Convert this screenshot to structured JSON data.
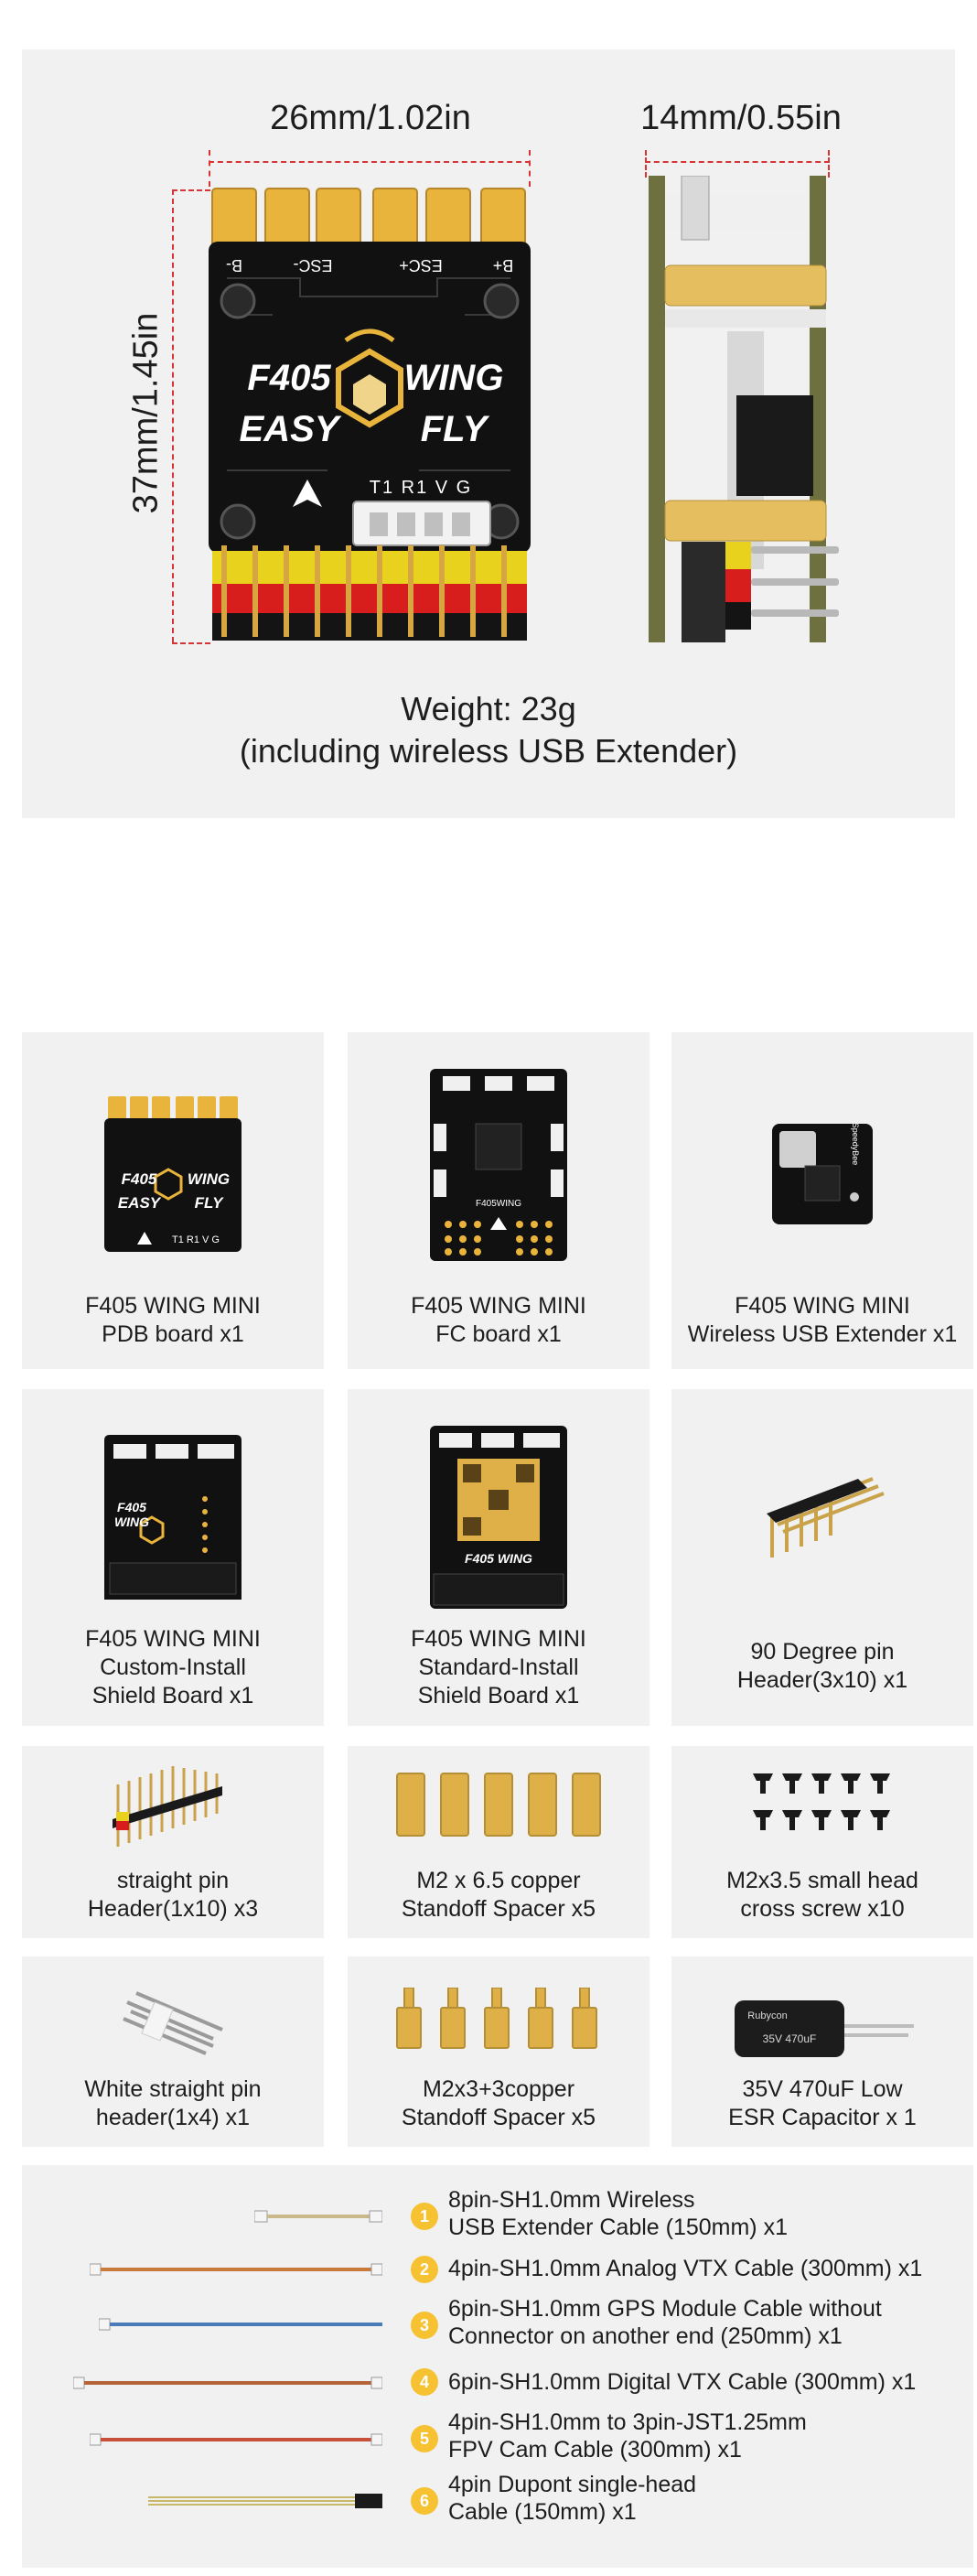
{
  "hero": {
    "width_label": "26mm/1.02in",
    "depth_label": "14mm/0.55in",
    "height_label": "37mm/1.45in",
    "board_pads": [
      "B-",
      "ESC-",
      "ESC+",
      "B+"
    ],
    "logo_line1_a": "F405",
    "logo_line1_b": "WING",
    "logo_line2_a": "EASY",
    "logo_line2_b": "FLY",
    "connector_label": "T1 R1 V G",
    "weight_line1": "Weight: 23g",
    "weight_line2": "(including wireless USB Extender)"
  },
  "package_items": [
    {
      "caption": "F405 WING MINI\nPDB board x1",
      "icon": "pdb-board-icon"
    },
    {
      "caption": "F405 WING MINI\nFC board x1",
      "icon": "fc-board-icon"
    },
    {
      "caption": "F405 WING MINI\nWireless USB Extender x1",
      "icon": "usb-extender-icon"
    },
    {
      "caption": "F405 WING MINI\nCustom-Install\nShield Board  x1",
      "icon": "custom-shield-board-icon"
    },
    {
      "caption": "F405 WING MINI\nStandard-Install\nShield Board x1",
      "icon": "standard-shield-board-icon"
    },
    {
      "caption": "90 Degree pin\nHeader(3x10) x1",
      "icon": "right-angle-pin-header-icon"
    },
    {
      "caption": "straight pin\nHeader(1x10) x3",
      "icon": "straight-pin-header-icon"
    },
    {
      "caption": "M2 x 6.5 copper\nStandoff Spacer x5",
      "icon": "copper-standoff-icon"
    },
    {
      "caption": "M2x3.5 small head\ncross screw x10",
      "icon": "screw-icon"
    },
    {
      "caption": "White straight pin\nheader(1x4) x1",
      "icon": "white-pin-header-icon"
    },
    {
      "caption": "M2x3+3copper\nStandoff Spacer x5",
      "icon": "threaded-standoff-icon"
    },
    {
      "caption": "35V 470uF Low\nESR Capacitor x 1",
      "icon": "capacitor-icon"
    }
  ],
  "board_small_text": {
    "fc_label": "F405WING",
    "shield_label": "F405 WING",
    "extender_label": "SpeedyBee",
    "capacitor_brand": "Rubycon",
    "capacitor_text": "35V 470uF"
  },
  "cables": [
    {
      "number": "1",
      "text": "8pin-SH1.0mm Wireless\nUSB Extender Cable (150mm) x1"
    },
    {
      "number": "2",
      "text": "4pin-SH1.0mm Analog VTX Cable (300mm) x1"
    },
    {
      "number": "3",
      "text": "6pin-SH1.0mm GPS Module Cable without\nConnector on another end (250mm) x1"
    },
    {
      "number": "4",
      "text": "6pin-SH1.0mm Digital VTX Cable (300mm) x1"
    },
    {
      "number": "5",
      "text": "4pin-SH1.0mm to 3pin-JST1.25mm\nFPV Cam Cable (300mm) x1"
    },
    {
      "number": "6",
      "text": "4pin Dupont single-head\nCable (150mm) x1"
    }
  ],
  "colors": {
    "panel": "#f1f1f1",
    "accent": "#f6c231",
    "dimension": "#d73535",
    "pcb": "#111111",
    "gold": "#e8b43c"
  }
}
